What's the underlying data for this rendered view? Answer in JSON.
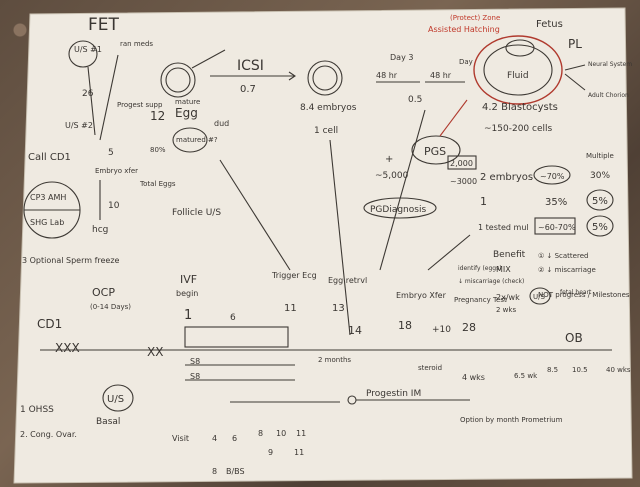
{
  "fet": {
    "title": "FET",
    "us1": "U/S #1",
    "us2": "U/S #2",
    "day_num": "26",
    "num5": "5",
    "num10": "10",
    "test": "hcg",
    "note_top": "ran meds",
    "progest": "Progest supp",
    "emb_xfer": "Embryo xfer"
  },
  "protocols": {
    "call": "Call CD1",
    "cp3": "CP3 AMH",
    "sh": "SHG Lab",
    "opt3": "3 Optional Sperm freeze"
  },
  "egg": {
    "num": "12",
    "label": "Egg",
    "mature": "mature",
    "dud": "dud",
    "matured": "matured #?",
    "total": "Total Eggs",
    "follicle": "Follicle U/S",
    "ratio": "80%"
  },
  "icsi": {
    "label": "ICSI",
    "val": "0.7"
  },
  "embryo": {
    "count": "8.4 embryos",
    "cell": "1 cell"
  },
  "day3": {
    "label": "Day 3",
    "h1": "48 hr",
    "h2": "48 hr",
    "rate": "0.5",
    "day_to": "Day"
  },
  "blast": {
    "ah": "Assisted Hatching",
    "protect": "(Protect) Zone",
    "fetus": "Fetus",
    "pl": "PL",
    "fluid": "Fluid",
    "count": "4.2 Blastocysts",
    "cells": "~150-200 cells",
    "neural": "Neural System",
    "adult": "Adult Chorion"
  },
  "pgs": {
    "label": "PGS",
    "plus": "+",
    "cost": "~5,000",
    "c1": "2,000",
    "c2": "~3000",
    "diag": "PGDiagnosis"
  },
  "outcomes": {
    "emb2": "2 embryos",
    "pct2a": "~70%",
    "pct2b": "Multiple",
    "pct2c": "30%",
    "one": "1",
    "pct1a": "35%",
    "pct1b": "5%",
    "tested": "1 tested mul",
    "pct1c": "~60-70%",
    "pct1d": "5%"
  },
  "benefits": {
    "title": "Benefit",
    "line1": "① ↓ Scattered",
    "line2": "② ↓ miscarriage",
    "pgs_miss": "↓ miscarriage (check)",
    "mix": "MIX",
    "not": "NOT progress / Milestones",
    "ident": "identify (eggs)"
  },
  "timeline": {
    "cd1": "CD1",
    "ocp": "OCP",
    "ocp_days": "(0-14 Days)",
    "ivf": "IVF",
    "begin": "begin",
    "d1": "1",
    "d6": "6",
    "trigger": "Trigger Ecg",
    "t11": "11",
    "egg_ret": "Egg retrvl",
    "t13": "13",
    "t14": "14",
    "emb_xfer": "Embryo Xfer",
    "t18": "18",
    "t10": "+10",
    "t28": "28",
    "preg": "Pregnancy Test",
    "twice": "2x/wk",
    "twice2": "2 wks",
    "us": "U/S",
    "fetal": "fetal heart",
    "ob": "OB",
    "w65": "6.5 wk",
    "w85": "8.5",
    "w105": "10.5",
    "w40": "40 wks"
  },
  "meds": {
    "s1": "S8",
    "s2": "S8",
    "months": "2 months",
    "steroid": "steroid",
    "wks4": "4 wks",
    "prog": "Progestin IM",
    "option": "Option by month Prometrium"
  },
  "left": {
    "us": "U/S",
    "basal": "Basal",
    "ohss_title": "1 OHSS",
    "ohss_2": "2. Cong. Ovar."
  },
  "visits": {
    "label": "Visit",
    "v": [
      "4",
      "6",
      "8",
      "10",
      "11"
    ],
    "v2": [
      "9",
      "11"
    ],
    "bb": "8",
    "bbs": "B/BS"
  }
}
